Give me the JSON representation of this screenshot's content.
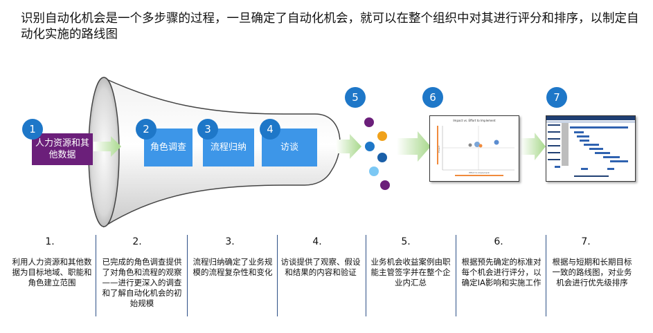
{
  "title": "识别自动化机会是一个多步骤的过程，一旦确定了自动化机会，就可以在整个组织中对其进行评分和排序，以制定自动化实施的路线图",
  "steps": [
    {
      "num": "1",
      "label": "人力资源和其他数据"
    },
    {
      "num": "2",
      "label": "角色调查"
    },
    {
      "num": "3",
      "label": "流程归纳"
    },
    {
      "num": "4",
      "label": "访谈"
    },
    {
      "num": "5"
    },
    {
      "num": "6"
    },
    {
      "num": "7"
    }
  ],
  "thumb6": {
    "title": "Impact vs. Effort to Implement",
    "xlabel": "Effort to Implement",
    "ylabel": "Impact"
  },
  "columns": [
    {
      "num": "1.",
      "text": "利用人力资源和其他数据为目标地域、职能和角色建立范围"
    },
    {
      "num": "2.",
      "text": "已完成的角色调查提供了对角色和流程的观察——进行更深入的调查和了解自动化机会的初始规模"
    },
    {
      "num": "3.",
      "text": "流程归纳确定了业务规模的流程复杂性和变化"
    },
    {
      "num": "4.",
      "text": "访谈提供了观察、假设和结果的内容和验证"
    },
    {
      "num": "5.",
      "text": "业务机会收益案例由职能主管签字并在整个企业内汇总"
    },
    {
      "num": "6.",
      "text": "根据预先确定的标准对每个机会进行评分，以确定IA影响和实施工作"
    },
    {
      "num": "7.",
      "text": "根据与短期和长期目标一致的路线图，对业务机会进行优先级排序"
    }
  ],
  "colors": {
    "circle": "#1e77c8",
    "box_blue": "#3d96e8",
    "box_purple": "#6b1f7a",
    "arrow": "#b9e0a0"
  }
}
